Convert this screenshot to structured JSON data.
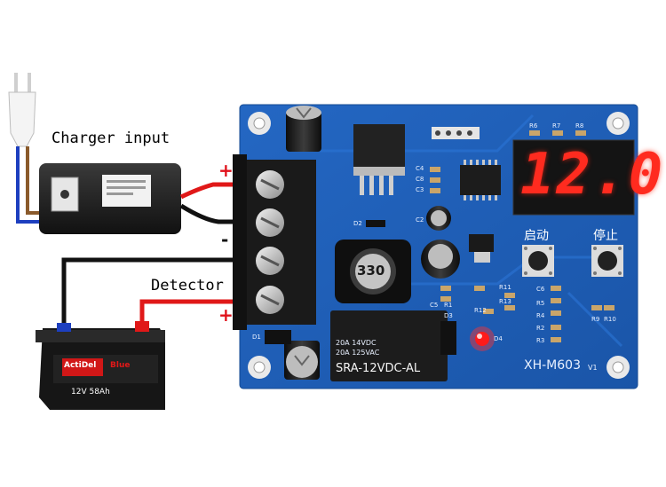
{
  "labels": {
    "charger_input": "Charger input",
    "detector": "Detector",
    "plus_top": "+",
    "minus": "-",
    "plus_bottom": "+"
  },
  "board": {
    "model": "XH-M603",
    "version": "V1",
    "display": "12.0",
    "button_start": "启动",
    "button_stop": "停止",
    "inductor": "330",
    "relay_line1": "20A 14VDC",
    "relay_line2": "20A 125VAC",
    "relay_model": "SRA-12VDC-AL",
    "silk": {
      "r6": "R6",
      "r7": "R7",
      "r8": "R8",
      "c4": "C4",
      "c8": "C8",
      "c3": "C3",
      "c2": "C2",
      "d2": "D2",
      "d1": "D1",
      "d3": "D3",
      "d4": "D4",
      "r11": "R11",
      "r12": "R12",
      "r13": "R13",
      "c6": "C6",
      "c5": "C5",
      "r1": "R1",
      "r2": "R2",
      "r3": "R3",
      "r4": "R4",
      "r5": "R5",
      "r9": "R9",
      "r10": "R10"
    }
  },
  "battery": {
    "brand": "ActiDel",
    "spec": "12V 58Ah",
    "tag": "Blue"
  },
  "colors": {
    "pcb": "#1f5fb8",
    "pcb_edge": "#194f9c",
    "terminal": "#1a1a1a",
    "wire_red": "#e01818",
    "wire_black": "#111111",
    "wire_blue": "#1d3fbf",
    "wire_brown": "#8a5a2b",
    "display_digit": "#ff2b1f"
  }
}
